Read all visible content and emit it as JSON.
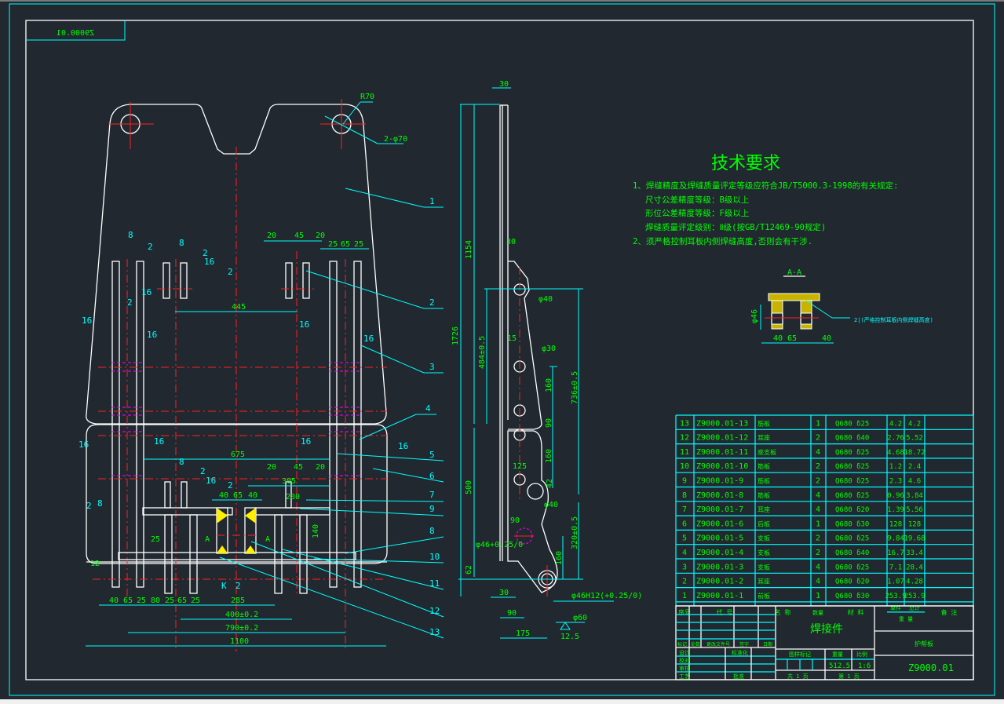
{
  "drawing": {
    "mirrored_number": "Z9000.01",
    "technical_requirements": {
      "title": "技术要求",
      "lines": [
        "1、焊缝精度及焊缝质量评定等级应符合JB/T5000.3-1998的有关规定:",
        "尺寸公差精度等级：B级以上",
        "形位公差精度等级：F级以上",
        "焊缝质量评定级别：Ⅱ级(按GB/T12469-90规定)",
        "2、须严格控制耳板内侧焊缝高度,否则会有干涉."
      ]
    },
    "section": {
      "label": "A-A",
      "dims": [
        "40",
        "65",
        "40"
      ],
      "vertical_dim": "φ46",
      "weld_note": "2|(严格控制耳板内侧焊缝高度)",
      "weld_sizes": [
        "D",
        "D"
      ]
    },
    "front_view": {
      "top_labels": [
        "R70",
        "2-φ70"
      ],
      "dims_upper": [
        "20",
        "45",
        "20",
        "25",
        "65",
        "25",
        "445"
      ],
      "dims_lower": [
        "675",
        "20",
        "45",
        "20",
        "305",
        "280",
        "40",
        "65",
        "40",
        "140",
        "25",
        "12"
      ],
      "dims_bottom": [
        "40",
        "65",
        "25",
        "80",
        "25",
        "65",
        "25",
        "285",
        "400±0.2",
        "790±0.2",
        "1100"
      ],
      "weld_symbols": [
        "8",
        "2",
        "8",
        "2",
        "16",
        "2",
        "16",
        "2",
        "16",
        "16",
        "16",
        "16",
        "16",
        "16",
        "16",
        "8",
        "2",
        "8",
        "2",
        "16",
        "2",
        "K",
        "2"
      ],
      "section_markers": [
        "A",
        "A"
      ],
      "balloons": [
        "1",
        "2",
        "3",
        "4",
        "5",
        "6",
        "7",
        "9",
        "8",
        "10",
        "11",
        "12",
        "13"
      ]
    },
    "side_view": {
      "dims": [
        "30",
        "1154",
        "1726",
        "30",
        "484±0.5",
        "15",
        "φ40",
        "φ30",
        "160",
        "90",
        "160",
        "736±0.5",
        "125",
        "42",
        "φ40",
        "500",
        "90",
        "φ46+0.25/0",
        "160",
        "320±0.5",
        "62",
        "30",
        "90",
        "175",
        "φ46H12(+0.25/0)",
        "φ60",
        "12.5"
      ]
    }
  },
  "parts_list": {
    "headers": {
      "no": "序号",
      "code": "代  号",
      "name": "名  称",
      "qty": "数量",
      "material": "材  料",
      "unit_weight": "单件",
      "total_weight": "总计",
      "weight": "重  量",
      "remark": "备  注"
    },
    "rows": [
      {
        "no": "13",
        "code": "Z9000.01-13",
        "name": "筋板",
        "qty": "1",
        "material": "Q680 δ25",
        "unit": "4.2",
        "total": "4.2"
      },
      {
        "no": "12",
        "code": "Z9000.01-12",
        "name": "耳座",
        "qty": "2",
        "material": "Q680 δ40",
        "unit": "2.76",
        "total": "5.52"
      },
      {
        "no": "11",
        "code": "Z9000.01-11",
        "name": "座支板",
        "qty": "4",
        "material": "Q680 δ25",
        "unit": "4.68",
        "total": "18.72"
      },
      {
        "no": "10",
        "code": "Z9000.01-10",
        "name": "筋板",
        "qty": "2",
        "material": "Q680 δ25",
        "unit": "1.2",
        "total": "2.4"
      },
      {
        "no": "9",
        "code": "Z9000.01-9",
        "name": "筋板",
        "qty": "2",
        "material": "Q680 δ25",
        "unit": "2.3",
        "total": "4.6"
      },
      {
        "no": "8",
        "code": "Z9000.01-8",
        "name": "筋板",
        "qty": "4",
        "material": "Q680 δ25",
        "unit": "0.96",
        "total": "3.84"
      },
      {
        "no": "7",
        "code": "Z9000.01-7",
        "name": "耳座",
        "qty": "4",
        "material": "Q680 δ20",
        "unit": "1.39",
        "total": "5.56"
      },
      {
        "no": "6",
        "code": "Z9000.01-6",
        "name": "后板",
        "qty": "1",
        "material": "Q680 δ30",
        "unit": "128",
        "total": "128"
      },
      {
        "no": "5",
        "code": "Z9000.01-5",
        "name": "支板",
        "qty": "2",
        "material": "Q680 δ25",
        "unit": "9.84",
        "total": "19.68"
      },
      {
        "no": "4",
        "code": "Z9000.01-4",
        "name": "支板",
        "qty": "2",
        "material": "Q680 δ40",
        "unit": "16.7",
        "total": "33.4"
      },
      {
        "no": "3",
        "code": "Z9000.01-3",
        "name": "支板",
        "qty": "4",
        "material": "Q680 δ25",
        "unit": "7.1",
        "total": "28.4"
      },
      {
        "no": "2",
        "code": "Z9000.01-2",
        "name": "耳座",
        "qty": "4",
        "material": "Q680 δ20",
        "unit": "1.07",
        "total": "4.28"
      },
      {
        "no": "1",
        "code": "Z9000.01-1",
        "name": "前板",
        "qty": "1",
        "material": "Q680 δ30",
        "unit": "253.9",
        "total": "253.9"
      }
    ]
  },
  "title_block": {
    "part_type": "焊接件",
    "part_name": "护帮板",
    "drawing_number": "Z9000.01",
    "revision_headers": [
      "标记",
      "处数",
      "更改文件号",
      "签字",
      "日期"
    ],
    "roles": [
      "设计",
      "校对",
      "审核",
      "工艺"
    ],
    "standardization": "标准化",
    "approve": "批准",
    "stage_label": "图样标记",
    "weight_label": "重量",
    "scale_label": "比例",
    "weight_value": "512.5",
    "scale_value": "1:6",
    "sheets_total": "共 1 页",
    "sheet_current": "第 1 页"
  }
}
